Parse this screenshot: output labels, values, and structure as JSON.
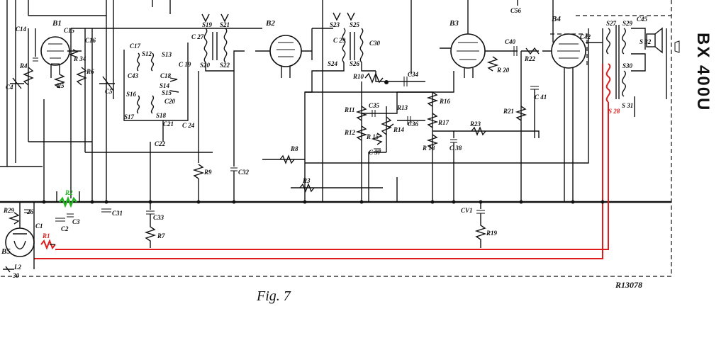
{
  "model": "BX 400U",
  "figure_caption": "Fig. 7",
  "drawing_ref": "R13078",
  "tubes": [
    "B1",
    "B2",
    "B3",
    "B4",
    "B5"
  ],
  "labels": {
    "C14": "C14",
    "C15": "C15",
    "C16": "C16",
    "C4": "C4",
    "C5": "C5",
    "R4": "R4",
    "R5": "R5",
    "R6": "R6",
    "R34": "R\n34",
    "S19": "S19",
    "S20": "S20",
    "S21": "S21",
    "S22": "S22",
    "C17": "C17",
    "C18": "C18",
    "C19": "C\n19",
    "C20": "C20",
    "C21": "C21",
    "C22": "C22",
    "C24": "C\n24",
    "C27": "C\n27",
    "C43": "C43",
    "S12": "S12",
    "S13": "S13",
    "S14": "S14",
    "S15": "S15",
    "S16": "S16",
    "S17": "S17",
    "S18": "S18",
    "S23": "S23",
    "S24": "S24",
    "S25": "S25",
    "S26": "S26",
    "C29": "C\n29",
    "C30": "C30",
    "R8": "R8",
    "R9": "R9",
    "R3": "R3",
    "C32": "C32",
    "R10": "R10",
    "C34": "C34",
    "R11": "R11",
    "R12": "R12",
    "C35": "C35",
    "R13": "R13",
    "R14": "R14",
    "R15": "R\n15",
    "C36": "C36",
    "C37": "C\n37",
    "R16": "R16",
    "R17": "R17",
    "R18": "R\n18",
    "C38": "C\n38",
    "R20": "R\n20",
    "C40": "C40",
    "R22": "R22",
    "R21": "R21",
    "C41": "C\n41",
    "R23": "R23",
    "C56": "C56",
    "C42": "C42",
    "S27": "S27",
    "S28": "S\n28",
    "S29": "S29",
    "S30": "S30",
    "S31": "S\n31",
    "S32": "S\n32",
    "C45": "C45",
    "R29": "R29",
    "C26": "26",
    "C1": "C1",
    "C2": "C2",
    "C3": "C3",
    "R1": "R1",
    "R2": "R2",
    "C31": "C31",
    "C33": "C33",
    "R7": "R7",
    "CV1": "CV1",
    "R19": "R19",
    "L2": "L2",
    "R30": "30"
  },
  "colors": {
    "ink": "#111111",
    "highlight_red": "#e01b1b",
    "highlight_green": "#1fb51f",
    "paper": "#ffffff"
  }
}
